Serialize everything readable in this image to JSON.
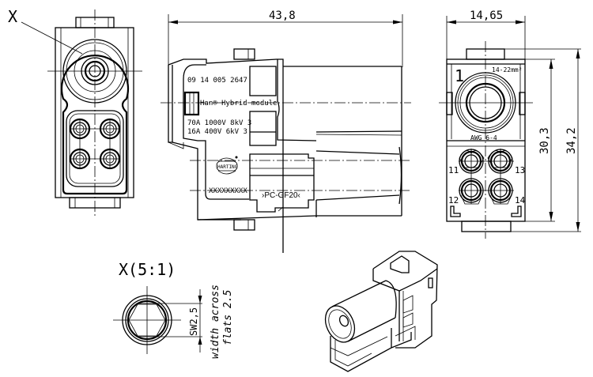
{
  "drawing": {
    "title": "Han Hybrid module technical drawing",
    "detail_marker": "X",
    "detail_title": "X(5:1)",
    "dimensions": {
      "length": "43,8",
      "width": "14,65",
      "height_body": "30,3",
      "height_total": "34,2",
      "hex_size": "SW2,5"
    },
    "side_view_labels": {
      "part_number": "09 14 005 2647",
      "product_name": "Han® Hybrid module",
      "rating_line_1": "70A 1000V 8kV 3",
      "rating_line_2": "16A  400V 6kV 3",
      "brand": "HARTING",
      "serial_placeholder": "XXXXXXXXX",
      "material": "›PC-GF20‹"
    },
    "end_view_labels": {
      "main_contact_number": "1",
      "wire_cross_section": "14-22mm²",
      "awg": "AWG 6-4",
      "pin_numbers": [
        "11",
        "13",
        "12",
        "14"
      ]
    },
    "detail_note": {
      "line_1": "width across",
      "line_2": "flats 2.5"
    }
  }
}
